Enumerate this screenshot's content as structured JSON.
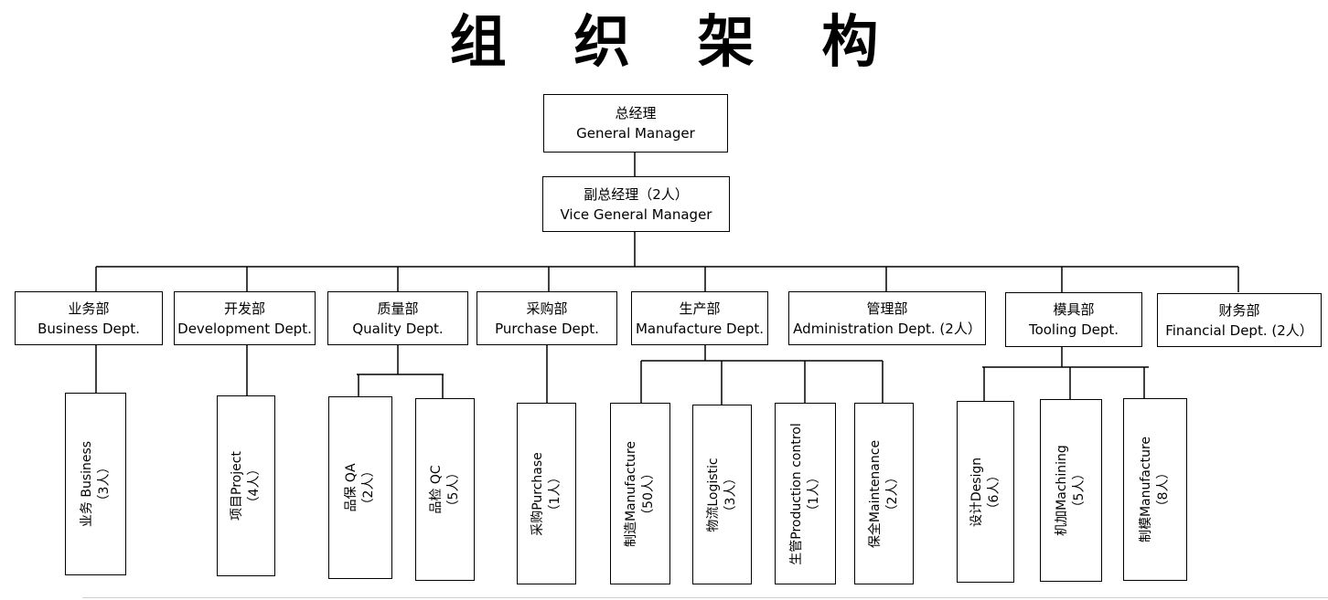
{
  "title": "组 织 架 构",
  "general_manager": {
    "cn": "总经理",
    "en": "General Manager"
  },
  "vice_manager": {
    "cn": "副总经理（2人）",
    "en": "Vice General Manager"
  },
  "departments": [
    {
      "cn": "业务部",
      "en": "Business Dept."
    },
    {
      "cn": "开发部",
      "en": "Development Dept."
    },
    {
      "cn": "质量部",
      "en": "Quality Dept."
    },
    {
      "cn": "采购部",
      "en": "Purchase Dept."
    },
    {
      "cn": "生产部",
      "en": "Manufacture Dept."
    },
    {
      "cn": "管理部",
      "en": "Administration Dept. (2人）"
    },
    {
      "cn": "模具部",
      "en": "Tooling Dept."
    },
    {
      "cn": "财务部",
      "en": "Financial Dept. (2人）"
    }
  ],
  "sub_units": [
    {
      "label": "业务 Business",
      "count": "（3人）"
    },
    {
      "label": "项目Project",
      "count": "（4人）"
    },
    {
      "label": "品保 QA",
      "count": "（2人）"
    },
    {
      "label": "品检 QC",
      "count": "（5人）"
    },
    {
      "label": "采购Purchase",
      "count": "（1人）"
    },
    {
      "label": "制造Manufacture",
      "count": "（50人）"
    },
    {
      "label": "物流Logistic",
      "count": "（3人）"
    },
    {
      "label": "生管Production control",
      "count": "（1人）"
    },
    {
      "label": "保全Maintenance",
      "count": "（2人）"
    },
    {
      "label": "设计Design",
      "count": "（6人）"
    },
    {
      "label": "机加Machining",
      "count": "（5人）"
    },
    {
      "label": "制模Manufacture",
      "count": "（8人）"
    }
  ]
}
